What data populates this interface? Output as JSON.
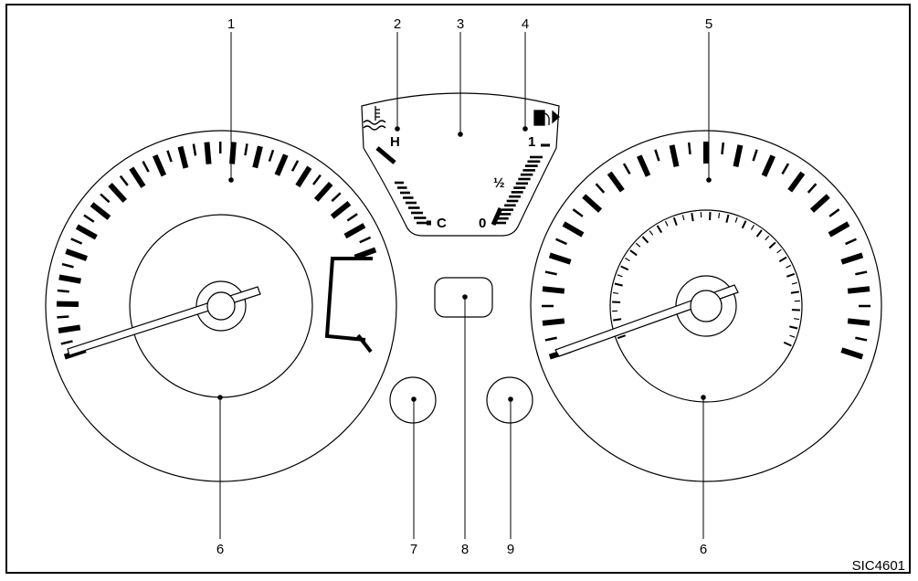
{
  "callouts": {
    "c1": "1",
    "c2": "2",
    "c3": "3",
    "c4": "4",
    "c5": "5",
    "c6_left": "6",
    "c6_right": "6",
    "c7": "7",
    "c8": "8",
    "c9": "9"
  },
  "temp_gauge": {
    "hot": "H",
    "cold": "C"
  },
  "fuel_gauge": {
    "full": "1",
    "half": "½",
    "empty": "0"
  },
  "figure_code": "SIC4601",
  "colors": {
    "ink": "#000000",
    "paper": "#ffffff"
  }
}
